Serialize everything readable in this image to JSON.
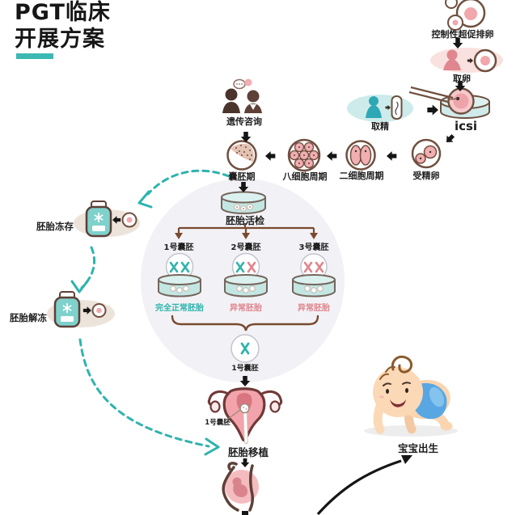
{
  "title": {
    "line1": "PGT临床",
    "line2": "开展方案"
  },
  "stages": {
    "stimulation": "控制性超促排卵",
    "egg_retrieval": "取卵",
    "sperm_retrieval": "取精",
    "icsi": "icsi",
    "fertilized_egg": "受精卵",
    "two_cell": "二细胞周期",
    "eight_cell": "八细胞周期",
    "blastocyst": "囊胚期",
    "genetic_counseling": "遗传咨询",
    "biopsy": "胚胎活检",
    "freeze": "胚胎冻存",
    "thaw": "胚胎解冻",
    "transfer": "胚胎移植",
    "birth": "宝宝出生"
  },
  "embryos": [
    {
      "name": "1号囊胚",
      "result": "完全正常胚胎",
      "status": "normal"
    },
    {
      "name": "2号囊胚",
      "result": "异常胚胎",
      "status": "abnormal"
    },
    {
      "name": "3号囊胚",
      "result": "异常胚胎",
      "status": "abnormal"
    }
  ],
  "selected_embryo": {
    "name": "1号囊胚"
  },
  "transfer_tag": "1号囊胚",
  "colors": {
    "normal": "#2fb3ad",
    "abnormal": "#e0858d",
    "accent": "#3db8b2"
  }
}
